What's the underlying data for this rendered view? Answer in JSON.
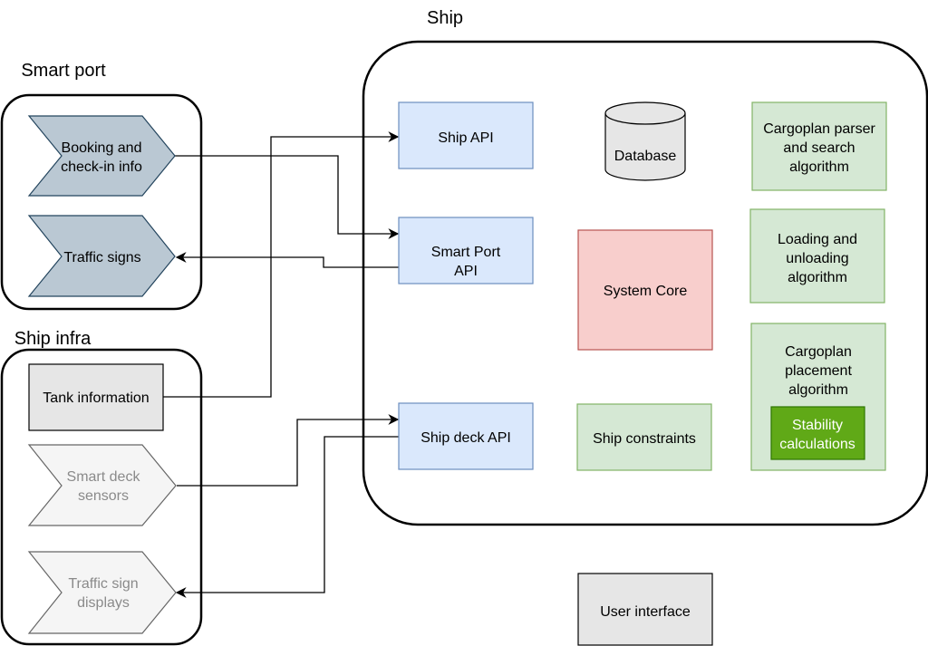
{
  "groups": {
    "ship": "Ship",
    "smart_port": "Smart port",
    "ship_infra": "Ship infra"
  },
  "smart_port": {
    "booking": [
      "Booking and",
      "check-in info"
    ],
    "traffic_signs": "Traffic signs"
  },
  "ship_infra": {
    "tank_information": "Tank information",
    "smart_deck_sensors": [
      "Smart deck",
      "sensors"
    ],
    "traffic_sign_displays": [
      "Traffic sign",
      "displays"
    ]
  },
  "ship": {
    "ship_api": "Ship API",
    "smart_port_api": [
      "Smart Port",
      "API"
    ],
    "ship_deck_api": "Ship deck API",
    "database": "Database",
    "system_core": "System Core",
    "ship_constraints": "Ship constraints",
    "cargoplan_parser": [
      "Cargoplan parser",
      "and search",
      "algorithm"
    ],
    "loading_unloading": [
      "Loading and",
      "unloading",
      "algorithm"
    ],
    "cargoplan_placement": [
      "Cargoplan",
      "placement",
      "algorithm"
    ],
    "stability_calculations": [
      "Stability",
      "calculations"
    ]
  },
  "user_interface": "User interface",
  "colors": {
    "api_fill": "#dae8fc",
    "api_stroke": "#6c8ebf",
    "algo_fill": "#d5e8d4",
    "algo_stroke": "#82b366",
    "core_fill": "#f8cecc",
    "core_stroke": "#b85450",
    "stability_fill": "#60a917",
    "stability_stroke": "#2d7600",
    "port_fill": "#bac8d3",
    "port_stroke": "#23445d",
    "infra_fill": "#f5f5f5",
    "infra_stroke": "#666666",
    "grey_fill": "#e6e6e6"
  }
}
